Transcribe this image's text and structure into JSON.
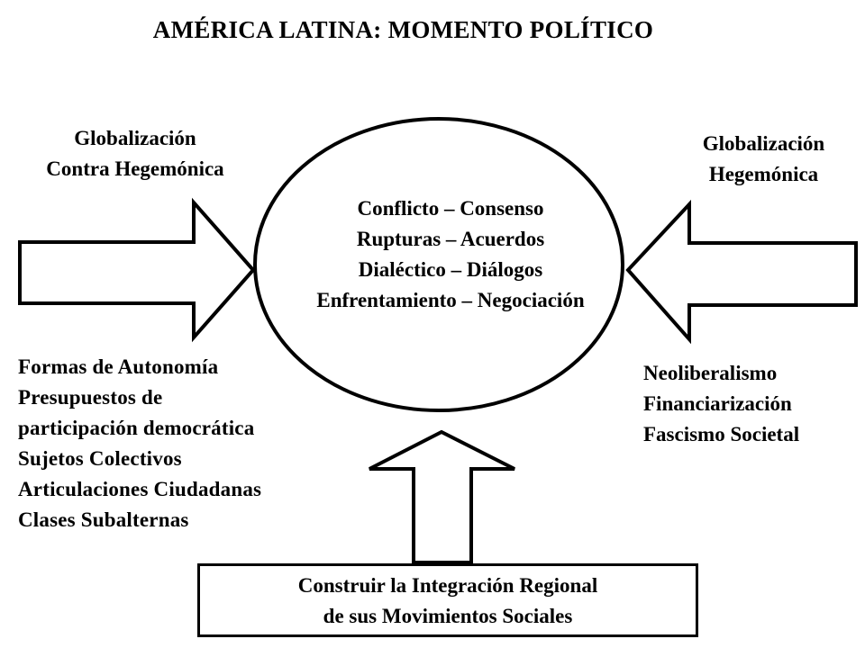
{
  "title": "AMÉRICA LATINA:  MOMENTO  POLÍTICO",
  "left_heading": {
    "line1": "Globalización",
    "line2": "Contra Hegemónica"
  },
  "right_heading": {
    "line1": "Globalización",
    "line2": "Hegemónica"
  },
  "center": {
    "lines": [
      "Conflicto – Consenso",
      "Rupturas – Acuerdos",
      "Dialéctico – Diálogos",
      "Enfrentamiento – Negociación"
    ]
  },
  "left_list": [
    "Formas de Autonomía",
    "Presupuestos de",
    "participación democrática",
    "Sujetos Colectivos",
    "Articulaciones Ciudadanas",
    "Clases Subalternas"
  ],
  "right_list": [
    "Neoliberalismo",
    "Financiarización",
    "Fascismo Societal"
  ],
  "bottom_box": {
    "line1": "Construir la Integración Regional",
    "line2": "de sus Movimientos Sociales"
  }
}
